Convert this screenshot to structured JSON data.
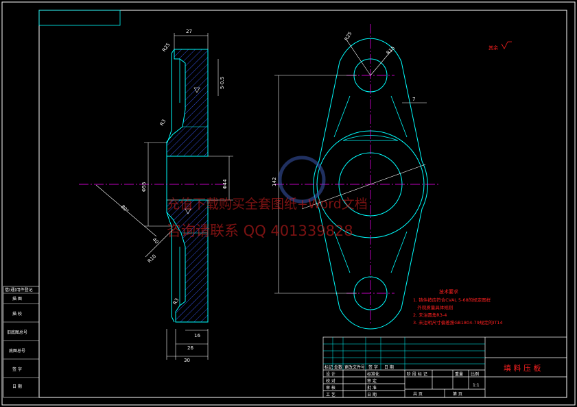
{
  "drawing": {
    "title": "填 料 压 板",
    "scale": "1:1",
    "roughness_mark": "其余",
    "colors": {
      "background": "#000000",
      "frame": "#ffffff",
      "outline": "#00ffff",
      "centerline": "#ff00ff",
      "hatch": "#3b5bff",
      "notes": "#ff2020"
    }
  },
  "dimensions": {
    "top_width": "27",
    "r_top": "R25",
    "depth_small": "5-0.5",
    "r_fillet": "R3",
    "dia_left": "Φ55",
    "dia_bore": "Φ44",
    "chamfer_angle": "80°",
    "angle_label": "40",
    "r10": "R10",
    "r3_bottom": "R3",
    "bottom_inner": "16",
    "bottom_mid": "26",
    "bottom_total": "30",
    "plan_r25": "R25",
    "plan_r15": "R15",
    "plan_side": "7",
    "plan_height": "142"
  },
  "notes": {
    "heading": "技术要求",
    "lines": [
      "1. 铸件按应符合CVAL 5-68的规定图样",
      "   外观质量具体规则",
      "2. 未注圆角R3-4",
      "3. 未注明尺寸偏差按GB1804-79规定的IT14"
    ]
  },
  "side_table": {
    "header": "借(通)用件登记",
    "rows": [
      "描 图",
      "描 校",
      "旧底图总号",
      "底图总号",
      "签 字",
      "日 期"
    ]
  },
  "title_block": {
    "row1": [
      "标记",
      "处数",
      "更改文件号",
      "签 字",
      "日 期"
    ],
    "design": [
      "设 计",
      "标准化"
    ],
    "check": [
      "校 对",
      "审 定"
    ],
    "review": [
      "审 核",
      "批 准"
    ],
    "process": [
      "工 艺",
      "日 期"
    ],
    "stage_headers": [
      "阶 段 标 记",
      "重量",
      "比例"
    ],
    "sheets": [
      "共 页",
      "第 页"
    ]
  },
  "watermark": {
    "line1": "充值下载购买全套图纸+Word文档",
    "line2": "咨询请联系 QQ 401339828"
  }
}
